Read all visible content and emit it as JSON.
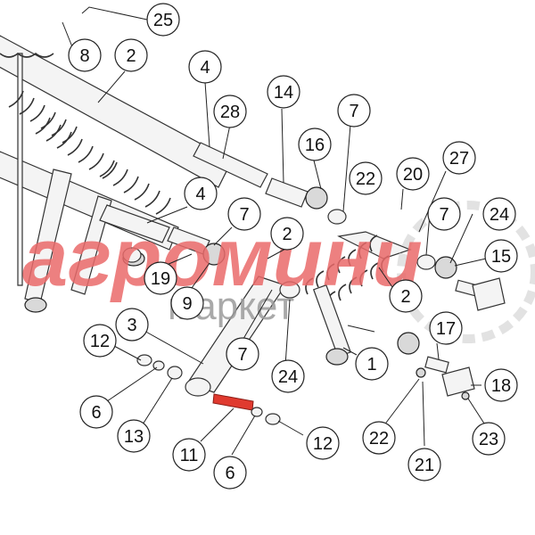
{
  "diagram": {
    "callouts": [
      {
        "id": "c25",
        "label": "25"
      },
      {
        "id": "c8",
        "label": "8"
      },
      {
        "id": "c2a",
        "label": "2"
      },
      {
        "id": "c4a",
        "label": "4"
      },
      {
        "id": "c14",
        "label": "14"
      },
      {
        "id": "c28",
        "label": "28"
      },
      {
        "id": "c7a",
        "label": "7"
      },
      {
        "id": "c16",
        "label": "16"
      },
      {
        "id": "c22a",
        "label": "22"
      },
      {
        "id": "c20",
        "label": "20"
      },
      {
        "id": "c27",
        "label": "27"
      },
      {
        "id": "c4b",
        "label": "4"
      },
      {
        "id": "c7b",
        "label": "7"
      },
      {
        "id": "c2b",
        "label": "2"
      },
      {
        "id": "c7c",
        "label": "7"
      },
      {
        "id": "c24a",
        "label": "24"
      },
      {
        "id": "c15",
        "label": "15"
      },
      {
        "id": "c19",
        "label": "19"
      },
      {
        "id": "c9",
        "label": "9"
      },
      {
        "id": "c2c",
        "label": "2"
      },
      {
        "id": "c3",
        "label": "3"
      },
      {
        "id": "c12a",
        "label": "12"
      },
      {
        "id": "c7d",
        "label": "7"
      },
      {
        "id": "c24b",
        "label": "24"
      },
      {
        "id": "c17",
        "label": "17"
      },
      {
        "id": "c1",
        "label": "1"
      },
      {
        "id": "c6a",
        "label": "6"
      },
      {
        "id": "c13",
        "label": "13"
      },
      {
        "id": "c18",
        "label": "18"
      },
      {
        "id": "c22b",
        "label": "22"
      },
      {
        "id": "c23",
        "label": "23"
      },
      {
        "id": "c11",
        "label": "11"
      },
      {
        "id": "c12b",
        "label": "12"
      },
      {
        "id": "c21",
        "label": "21"
      },
      {
        "id": "c6b",
        "label": "6"
      }
    ],
    "highlight_color": "#e03a2f"
  },
  "watermark": {
    "brand": "агромини",
    "subtitle": "маркет",
    "brand_color": "#ea6a6a",
    "subtitle_color": "#9b9b9b"
  }
}
